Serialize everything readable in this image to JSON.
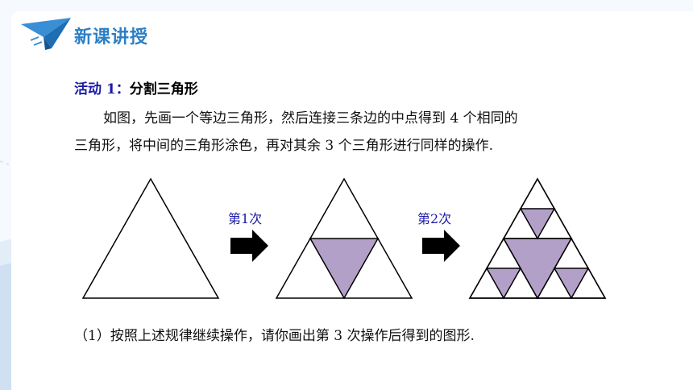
{
  "header": {
    "title": "新课讲授",
    "logo_icon": "paper-plane-icon"
  },
  "activity": {
    "label": "活动 1：",
    "topic": "分割三角形",
    "line1": "如图，先画一个等边三角形，然后连接三条边的中点得到 4 个相同的",
    "line2": "三角形，将中间的三角形涂色，再对其余 3 个三角形进行同样的操作."
  },
  "figure": {
    "step1_label": "第1次",
    "step2_label": "第2次",
    "fill_color": "#b3a0c9",
    "arrow_icon": "arrow-right-icon"
  },
  "question": {
    "text": "（1）按照上述规律继续操作，请你画出第 3 次操作后得到的图形."
  },
  "colors": {
    "accent": "#2c7fc5",
    "heading_blue": "#1a1aa8"
  }
}
